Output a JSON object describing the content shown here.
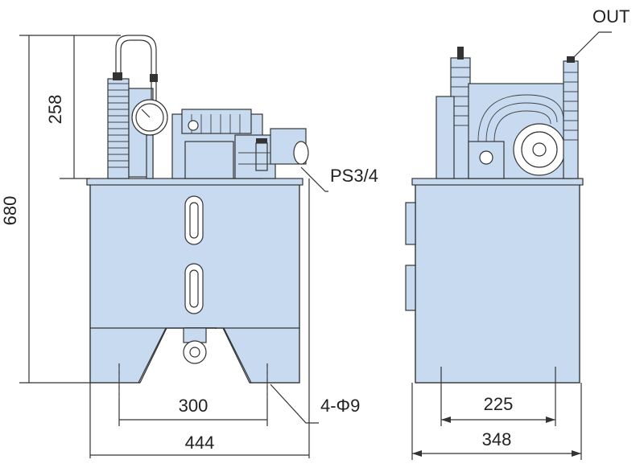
{
  "labels": {
    "height_total": "680",
    "height_upper": "258",
    "port_out": "OUT",
    "port_suction": "PS3/4",
    "mount_holes": "4-Φ9",
    "front_hole_pitch": "300",
    "front_width": "444",
    "side_hole_pitch": "225",
    "side_width": "348"
  },
  "colors": {
    "tank_fill": "#c7daf0",
    "line": "#333333",
    "text": "#222222"
  }
}
